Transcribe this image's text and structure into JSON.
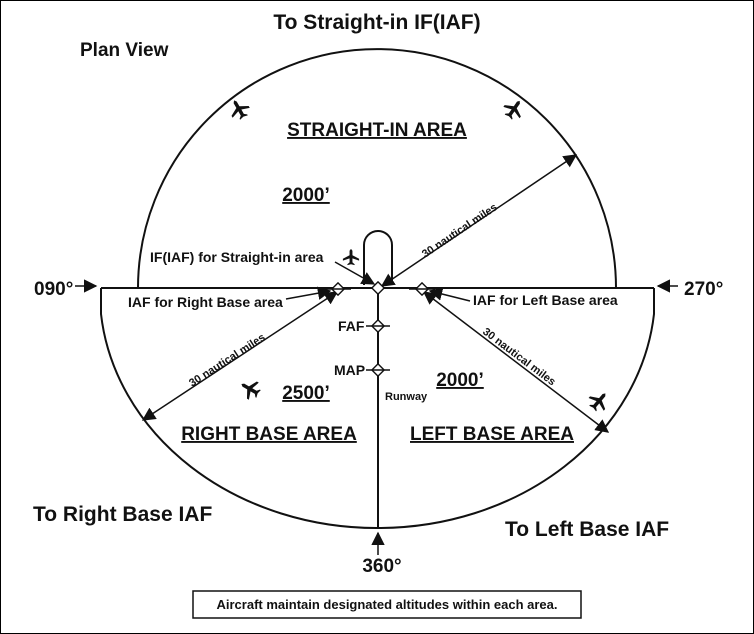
{
  "title_top": "To Straight-in IF(IAF)",
  "plan_view": "Plan View",
  "heading_left": "090°",
  "heading_right": "270°",
  "heading_bottom": "360°",
  "to_right_base": "To Right Base IAF",
  "to_left_base": "To Left Base IAF",
  "areas": {
    "straight_in": "STRAIGHT-IN AREA",
    "right_base": "RIGHT BASE AREA",
    "left_base": "LEFT BASE AREA"
  },
  "altitudes": {
    "straight_in": "2000’",
    "right_base": "2500’",
    "left_base": "2000’"
  },
  "labels": {
    "if_iaf_straight_in": "IF(IAF) for Straight-in area",
    "iaf_right_base": "IAF for Right Base area",
    "iaf_left_base": "IAF for Left Base area",
    "faf": "FAF",
    "map": "MAP",
    "runway": "Runway"
  },
  "distance_label": "30 nautical miles",
  "footnote": "Aircraft maintain designated altitudes within each area."
}
